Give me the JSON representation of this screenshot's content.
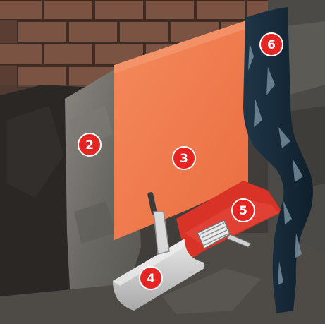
{
  "diagram": {
    "labels": [
      {
        "id": "2",
        "text": "2",
        "part": "rough-wall-render"
      },
      {
        "id": "3",
        "text": "3",
        "part": "orange-primer-coat"
      },
      {
        "id": "4",
        "text": "4",
        "part": "grey-fillet-angle"
      },
      {
        "id": "5",
        "text": "5",
        "part": "red-sealant-strip"
      },
      {
        "id": "6",
        "text": "6",
        "part": "dark-membrane"
      }
    ],
    "colors": {
      "badge_fill": "#e52521",
      "badge_text": "#ffffff",
      "primer": "#f07a4c",
      "sealant": "#d93226",
      "membrane": "#172a3a",
      "membrane_highlight": "#7f98a8",
      "fillet": "#cfcfcf",
      "render": "#6b6964",
      "brick": "#6e4a3c",
      "dark_stone": "#2a2724"
    },
    "icons": [
      "trowel-icon",
      "brush-roller-icon"
    ]
  }
}
